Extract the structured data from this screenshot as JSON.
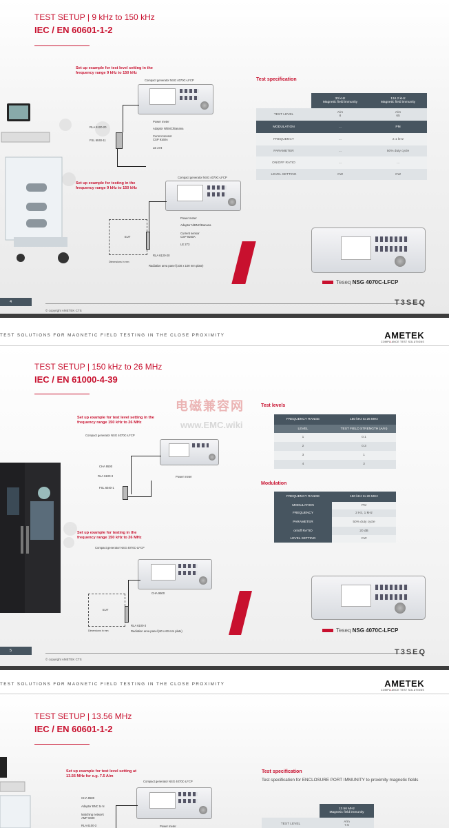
{
  "copyright": "© copyright AMETEK CTS",
  "running_header": "TEST SOLUTIONS FOR MAGNETIC FIELD TESTING IN THE CLOSE PROXIMITY",
  "ametek": {
    "name": "AMETEK",
    "sub_a": "COMPL",
    "sub_b": "I",
    "sub_c": "ANCE TEST SOLUTIONS"
  },
  "teseq_logo": "T3SEQ",
  "product_caption": {
    "brand": "Teseq",
    "model": "NSG 4070C-LFCP"
  },
  "watermark": {
    "cn": "电磁兼容网",
    "url": "www.EMC.wiki"
  },
  "page4": {
    "title": "TEST SETUP | 9 kHz to 150 kHz",
    "standard": "IEC / EN 60601-1-2",
    "page_number": "4",
    "setup1_label": "Set up example for test level setting in the\nfrequency range 9 kHz to 150 kHz",
    "setup2_label": "Set up example for testing in the\nfrequency range 9 kHz to 150 kHz",
    "setup1": {
      "generator": "Compact generator NSG 4070C-LFCP",
      "power_meter": "Power meter",
      "adaptor": "Adaptor N/BNC/Banana",
      "current_sensor": "Current sensor\nCSP 9160A",
      "le": "LE 273",
      "rla": "RLA 6120-20",
      "fsl": "FSL 6040-11"
    },
    "setup2": {
      "generator": "Compact generator NSG 4070C-LFCP",
      "power_meter": "Power meter",
      "adaptor": "Adaptor N/BNC/Banana",
      "current_sensor": "Current sensor\nCSP 9160A",
      "le": "LE 273",
      "rla": "RLA 6120-20",
      "eut": "EUT",
      "radiation_panel": "Radiation area panel (100 x 100 mm plate)",
      "dims": "Dimensions in mm"
    },
    "spec_title": "Test specification",
    "spec_table": {
      "headers": [
        "",
        "30 kHz\nMagnetic field immunity",
        "134.2 kHz\nMagnetic field immunity"
      ],
      "rows": [
        {
          "label": "TEST LEVEL",
          "c1": "A/m\n8",
          "c2": "A/m\n65",
          "style": "light"
        },
        {
          "label": "MODULATION",
          "c1": "...",
          "c2": "PM",
          "style": "dark"
        },
        {
          "label": "FREQUENCY",
          "c1": "...",
          "c2": "2.1 kHz",
          "style": "white"
        },
        {
          "label": "PARAMETER",
          "c1": "...",
          "c2": "50% duty cycle",
          "style": "light"
        },
        {
          "label": "ON/OFF RATIO",
          "c1": "...",
          "c2": "...",
          "style": "white"
        },
        {
          "label": "LEVEL SETTING",
          "c1": "CW",
          "c2": "CW",
          "style": "light"
        }
      ]
    }
  },
  "page5": {
    "title": "TEST SETUP | 150 kHz to 26 MHz",
    "standard": "IEC / EN 61000-4-39",
    "page_number": "5",
    "setup1_label": "Set up example for test level setting in the\nfrequency range 150 kHz to 26 MHz",
    "setup2_label": "Set up example for testing in the\nfrequency range 150 kHz to 26 MHz",
    "setup1": {
      "generator": "Compact generator NSG 4070C-LFCP",
      "power_meter": "Power meter",
      "cha": "CHA 9500",
      "rla": "RLA 6100-3",
      "fsl": "FSL 6040-1"
    },
    "setup2": {
      "generator": "Compact generator NSG 4070C-LFCP",
      "cha": "CHA 9500",
      "rla": "RLA 6100-3",
      "eut": "EUT",
      "radiation_panel": "Radiation area panel (60 x 60 mm plate)",
      "dims": "Dimensions in mm"
    },
    "levels_title": "Test levels",
    "levels_table": {
      "header": [
        "FREQUENCY RANGE",
        "150 kHz to 26 MHz"
      ],
      "subheader": [
        "LEVEL",
        "TEST FIELD STRENGTH (A/m)"
      ],
      "rows": [
        [
          "1",
          "0.1"
        ],
        [
          "2",
          "0.3"
        ],
        [
          "3",
          "1"
        ],
        [
          "4",
          "3"
        ]
      ]
    },
    "modulation_title": "Modulation",
    "modulation_table": {
      "header": [
        "FREQUENCY RANGE",
        "150 kHz to 26 MHz"
      ],
      "rows": [
        [
          "MODULATION",
          "PM"
        ],
        [
          "FREQUENCY",
          "2 Hz, 1 kHz"
        ],
        [
          "PARAMETER",
          "50% duty cycle"
        ],
        [
          "on/off RATIO",
          "20 dB"
        ],
        [
          "LEVEL SETTING",
          "CW"
        ]
      ]
    }
  },
  "page6": {
    "title": "TEST SETUP | 13.56 MHz",
    "standard": "IEC / EN 60601-1-2",
    "setup1_label": "Set up example for test level setting at\n13.56 MHz for e.g. 7.5 A/m",
    "setup1": {
      "generator": "Compact generator NSG 4070C-LFCP",
      "cha": "CHA 9500",
      "adaptor": "Adaptor BNC to N",
      "matching": "Matching network\nAMP 6020",
      "rla": "RLA 6100-3",
      "power_meter": "Power meter"
    },
    "spec_title": "Test specification",
    "spec_desc": "Test specification for ENCLOSURE PORT IMMUNITY to proximity magnetic fields",
    "spec_table": {
      "header": "13.56 MHz\nMagnetic field immunity",
      "row_label": "TEST LEVEL",
      "row_value": "A/m\n7.5"
    }
  }
}
